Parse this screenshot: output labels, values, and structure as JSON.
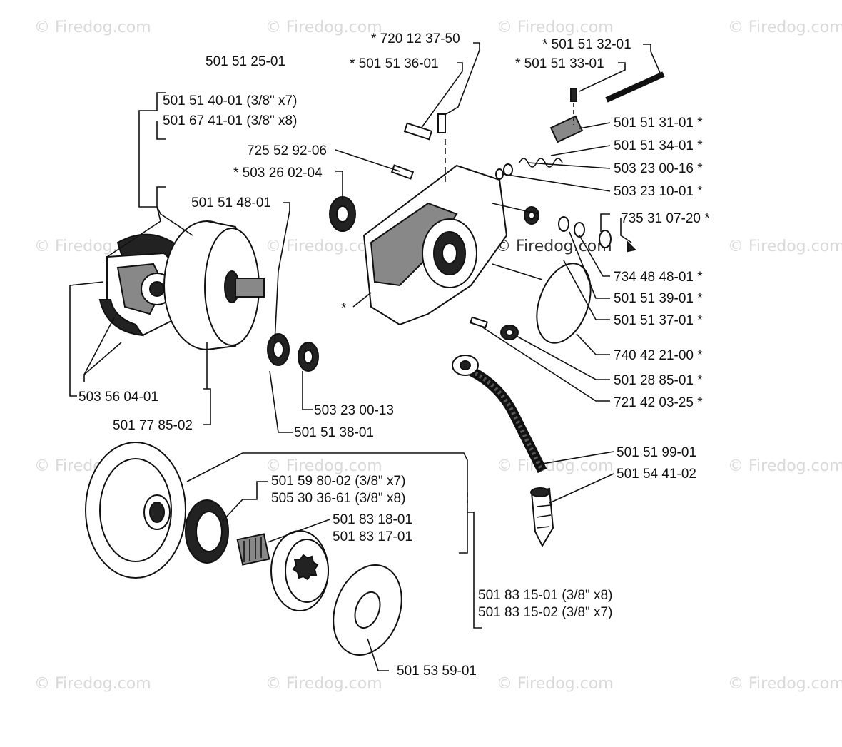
{
  "watermark": "© Firedog.com",
  "watermark_center": "© Firedog.com",
  "labels": {
    "assembly": "501 51 25-01",
    "p720123750": "* 720 12 37-50",
    "p501513601": "* 501 51 36-01",
    "p501513201": "* 501 51 32-01",
    "p501513301": "* 501 51 33-01",
    "p501514001": "501 51 40-01 (3/8\" x7)",
    "p501674101": "501 67 41-01 (3/8\" x8)",
    "p725529206": "725 52 92-06",
    "p503260204": "* 503 26 02-04",
    "p501513101": "501 51 31-01  *",
    "p501513401": "501 51 34-01  *",
    "p503230016": "503 23 00-16  *",
    "p503231001": "503 23 10-01  *",
    "p501514801": "501 51 48-01",
    "p735310720": "735 31 07-20  *",
    "p734484801": "734 48 48-01  *",
    "p501513901": "501 51 39-01  *",
    "p501513701": "501 51 37-01  *",
    "p740422100": "740 42 21-00  *",
    "p501288501": "501 28 85-01  *",
    "p721420325": "721 42 03-25  *",
    "p503560401": "503 56 04-01",
    "p501778502": "501 77 85-02",
    "p503230013": "503 23 00-13",
    "p501513801": "501 51 38-01",
    "p501519901": "501 51 99-01",
    "p501544102": "501 54 41-02",
    "p501598002": "501 59 80-02 (3/8\" x7)",
    "p505303661": "505 30 36-61 (3/8\" x8)",
    "p501831801": "501 83 18-01",
    "p501831701": "501 83 17-01",
    "p501831501": "501 83 15-01 (3/8\" x8)",
    "p501831502": "501 83 15-02 (3/8\" x7)",
    "p501535901": "501 53 59-01",
    "asterisk": "*"
  }
}
